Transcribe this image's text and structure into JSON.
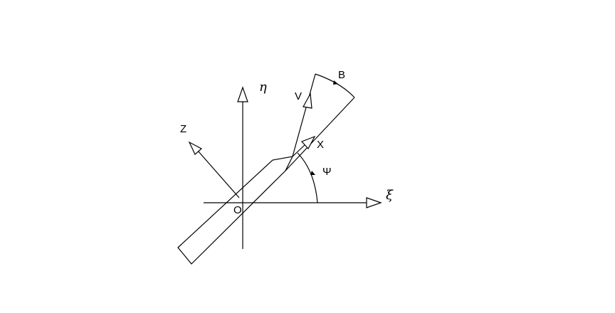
{
  "labels": {
    "origin": "O",
    "axis_z": "Z",
    "axis_x": "X",
    "velocity": "V",
    "angle_beta": "B",
    "angle_psi": "Ψ",
    "axis_zeta": "ξ",
    "axis_eta": "η"
  },
  "colors": {
    "stroke": "#000000",
    "background": "#ffffff"
  }
}
